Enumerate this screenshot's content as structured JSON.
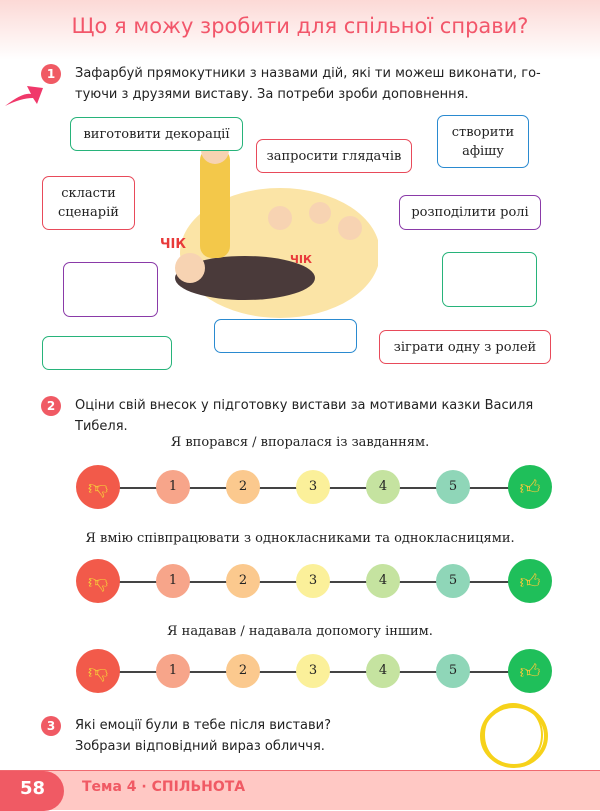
{
  "title": "Що я можу зробити для спільної справи?",
  "task1": {
    "number": "1",
    "text_line1": "Зафарбуй прямокутники з назвами дій, які ти можеш виконати, го-",
    "text_line2": "туючи з друзями виставу. За потреби зроби доповнення.",
    "boxes": [
      "виготовити декорації",
      "запросити глядачів",
      "створити афішу",
      "скласти сценарій",
      "розподілити ролі",
      "зіграти одну з ролей"
    ],
    "illustration_text": [
      "ЧІК",
      "ЧІК"
    ]
  },
  "task2": {
    "number": "2",
    "text_line1": "Оціни свій внесок у підготовку вистави за мотивами казки Василя",
    "text_line2": "Тибеля.",
    "scales": [
      {
        "label": "Я впорався / впоралася із завданням."
      },
      {
        "label": "Я вмію співпрацювати з однокласниками та однокласницями."
      },
      {
        "label": "Я надавав / надавала допомогу іншим."
      }
    ],
    "points": [
      "1",
      "2",
      "3",
      "4",
      "5"
    ],
    "colors": [
      "#f7a58a",
      "#fbc98e",
      "#fbf09a",
      "#c5e3a0",
      "#8fd6b8"
    ]
  },
  "task3": {
    "number": "3",
    "text_line1": "Які емоції були в тебе після вистави?",
    "text_line2": "Зобрази відповідний вираз обличчя."
  },
  "footer": {
    "page": "58",
    "theme": "Тема 4 · СПІЛЬНОТА"
  }
}
